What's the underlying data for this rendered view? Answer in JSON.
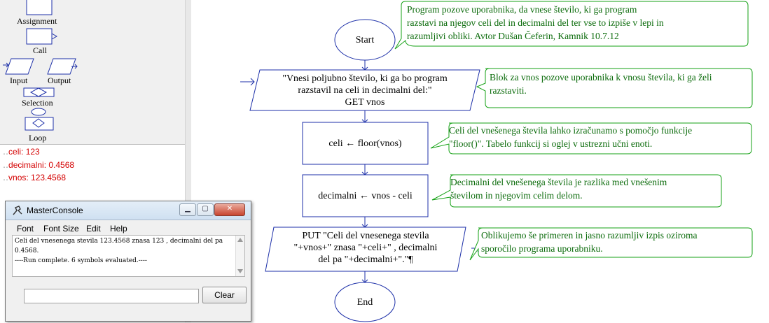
{
  "symbols": {
    "assignment": "Assignment",
    "call": "Call",
    "input": "Input",
    "output": "Output",
    "selection": "Selection",
    "loop": "Loop"
  },
  "variables": [
    {
      "text": "celi: 123"
    },
    {
      "text": "decimalni: 0.4568"
    },
    {
      "text": "vnos: 123.4568"
    }
  ],
  "console": {
    "title": "MasterConsole",
    "menu": [
      "Font",
      "Font Size",
      "Edit",
      "Help"
    ],
    "output": [
      "Celi del vnesenega stevila 123.4568 znasa 123 , decimalni del pa",
      "0.4568.",
      "----Run complete.  6 symbols evaluated.----"
    ],
    "input_value": "",
    "clear_label": "Clear"
  },
  "flowchart": {
    "start": "Start",
    "input_block": [
      "\"Vnesi poljubno število, ki ga bo program",
      "razstavil na celi in decimalni del:\"",
      "GET vnos"
    ],
    "assign1": "celi ← floor(vnos)",
    "assign2": "decimalni ← vnos  -  celi",
    "output_block": [
      "PUT \"Celi del vnesenega stevila",
      "\"+vnos+\" znasa \"+celi+\" , decimalni",
      "del pa \"+decimalni+\".\"¶"
    ],
    "end": "End"
  },
  "comments": {
    "c1": [
      "Program pozove uporabnika, da vnese število, ki ga program",
      "razstavi na njegov celi del in decimalni del ter vse to izpiše v lepi in",
      "razumljivi obliki. Avtor Dušan Čeferin, Kamnik 10.7.12"
    ],
    "c2": [
      "Blok za vnos pozove uporabnika k vnosu števila, ki ga želi",
      "razstaviti."
    ],
    "c3": [
      "Celi del vnešenega števila lahko izračunamo s pomočjo funkcije",
      " \"floor()\". Tabelo funkcij si oglej v ustrezni učni enoti."
    ],
    "c4": [
      "Decimalni del vnešenega števila je razlika med vnešenim",
      "številom in njegovim celim delom."
    ],
    "c5": [
      "Oblikujemo še primeren in jasno razumljiv izpis oziroma",
      "sporočilo programa uporabniku."
    ]
  },
  "colors": {
    "flow_blue": "#1c2fa8",
    "comment_green": "#14a114",
    "variable_red": "#d40000"
  }
}
